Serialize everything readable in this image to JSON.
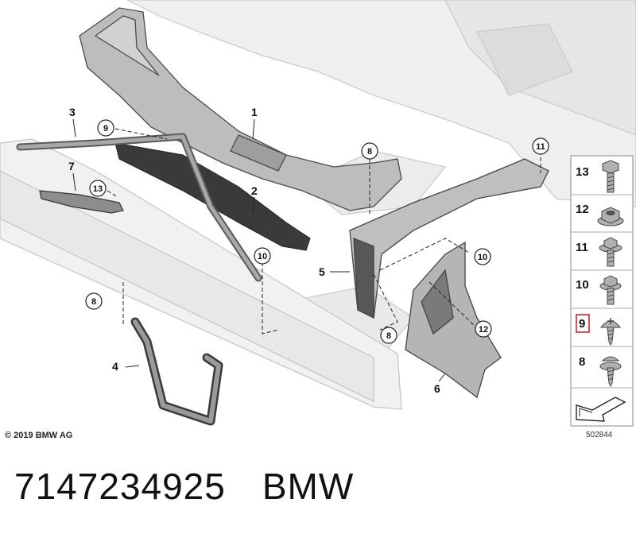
{
  "callouts": {
    "c1": "1",
    "c2": "2",
    "c3": "3",
    "c4": "4",
    "c5": "5",
    "c6": "6",
    "c7": "7"
  },
  "circled": {
    "c9": "9",
    "c8a": "8",
    "c8b": "8",
    "c8c": "8",
    "c10a": "10",
    "c10b": "10",
    "c11": "11",
    "c12": "12",
    "c13": "13"
  },
  "legend": [
    "13",
    "12",
    "11",
    "10",
    "9",
    "8"
  ],
  "legend_highlight": "9",
  "highlight_color": "#d0282a",
  "copyright": "© 2019 BMW AG",
  "diagram_id": "502844",
  "footer": {
    "part_number": "7147234925",
    "brand": "BMW"
  }
}
